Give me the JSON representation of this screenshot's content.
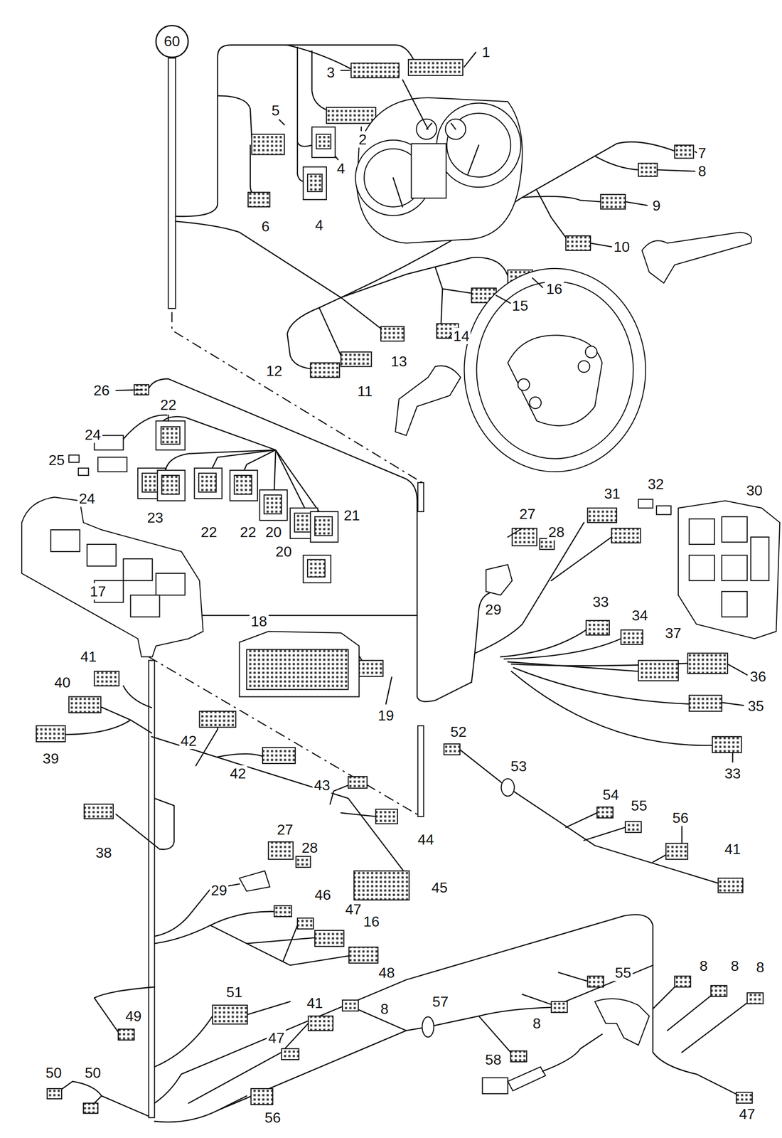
{
  "diagram": {
    "nodes": [
      {
        "text": [
          "60"
        ]
      }
    ],
    "labels": [
      "1",
      "3",
      "5",
      "2",
      "4",
      "4",
      "6",
      "7",
      "8",
      "9",
      "10",
      "16",
      "15",
      "14",
      "13",
      "12",
      "11",
      "26",
      "22",
      "24",
      "25",
      "24",
      "23",
      "22",
      "22",
      "20",
      "21",
      "20",
      "17",
      "18",
      "19",
      "27",
      "28",
      "32",
      "30",
      "31",
      "29",
      "33",
      "34",
      "37",
      "36",
      "35",
      "33",
      "41",
      "40",
      "39",
      "42",
      "42",
      "43",
      "44",
      "45",
      "38",
      "52",
      "53",
      "54",
      "55",
      "56",
      "41",
      "27",
      "28",
      "29",
      "46",
      "47",
      "16",
      "48",
      "8",
      "8",
      "8",
      "55",
      "57",
      "8",
      "8",
      "58",
      "51",
      "41",
      "47",
      "49",
      "50",
      "50",
      "56",
      "47"
    ]
  }
}
